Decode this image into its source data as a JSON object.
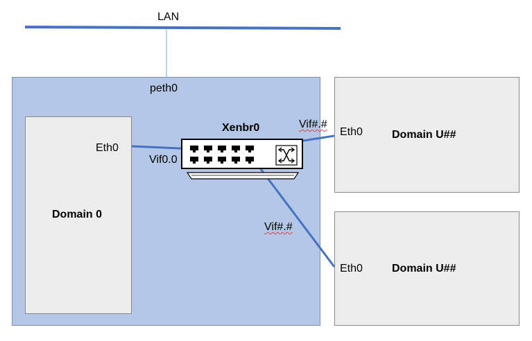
{
  "lan": {
    "label": "LAN"
  },
  "host": {
    "uplink_label": "peth0"
  },
  "bridge": {
    "label": "Xenbr0"
  },
  "dom0": {
    "label": "Domain 0",
    "eth_label": "Eth0",
    "vif_label": "Vif0.0"
  },
  "domu_top": {
    "label": "Domain U##",
    "eth_label": "Eth0",
    "vif_label": "Vif#.#"
  },
  "domu_bottom": {
    "label": "Domain U##",
    "eth_label": "Eth0",
    "vif_label": "Vif#.#"
  },
  "colors": {
    "link": "#4472c4",
    "uplink": "#7fa7d6",
    "host_fill": "#b4c7e7",
    "domain_fill": "#ededed"
  }
}
